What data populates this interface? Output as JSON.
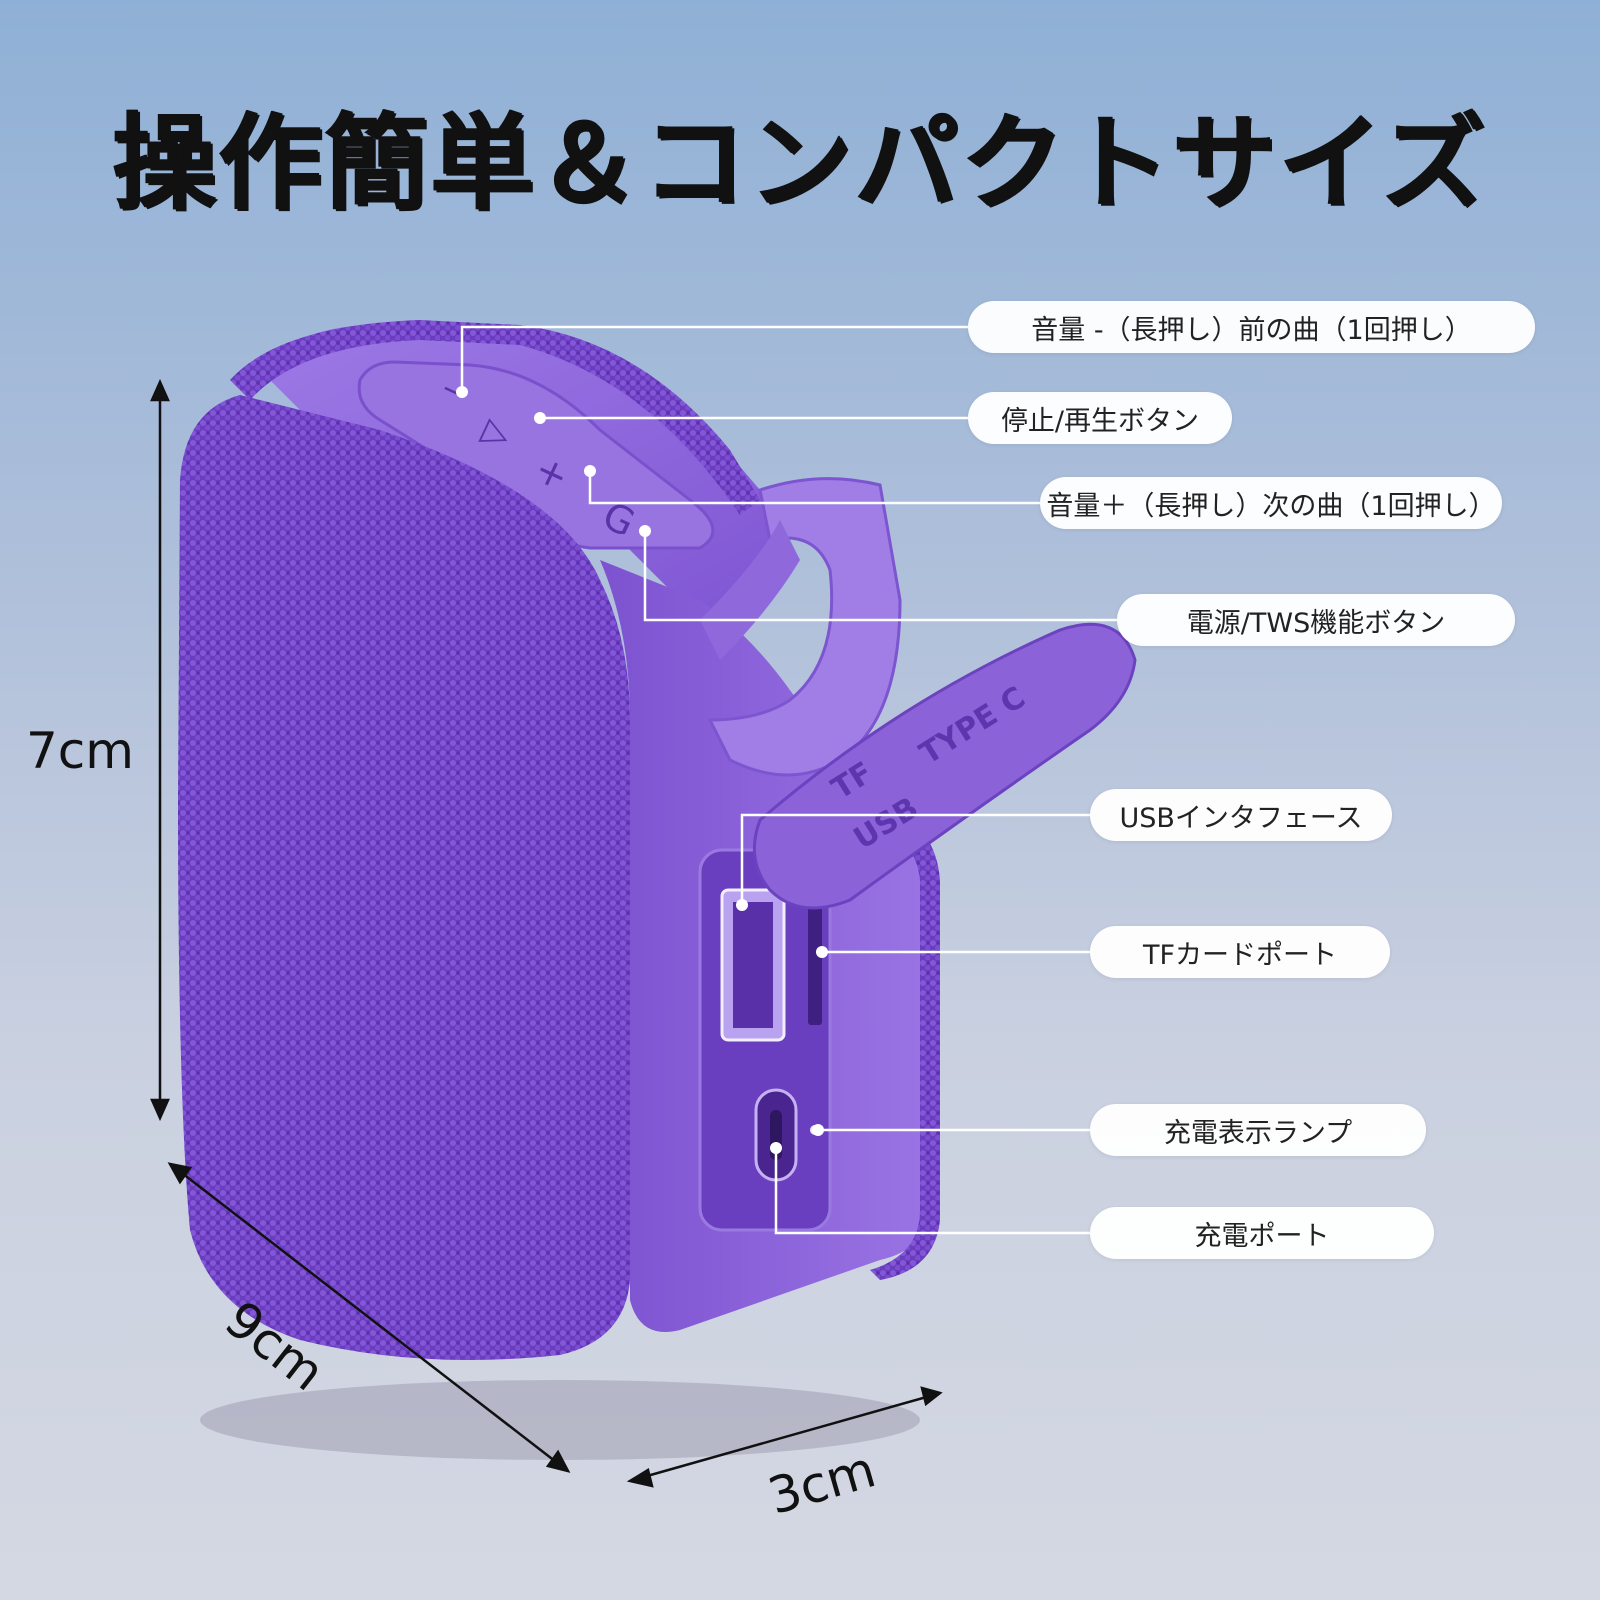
{
  "title": "操作簡単＆コンパクトサイズ",
  "dimensions": {
    "height": "7cm",
    "width": "9cm",
    "depth": "3cm"
  },
  "callouts": [
    {
      "id": "vol-down",
      "label": "音量 -（長押し）前の曲（1回押し）"
    },
    {
      "id": "play-pause",
      "label": "停止/再生ボタン"
    },
    {
      "id": "vol-up",
      "label": "音量＋（長押し）次の曲（1回押し）"
    },
    {
      "id": "power",
      "label": "電源/TWS機能ボタン"
    },
    {
      "id": "usb",
      "label": "USBインタフェース"
    },
    {
      "id": "tf",
      "label": "TFカードポート"
    },
    {
      "id": "charge-led",
      "label": "充電表示ランプ"
    },
    {
      "id": "charge-port",
      "label": "充電ポート"
    }
  ],
  "cover_text": {
    "line1": "TYPE C",
    "line2": "TF",
    "line3": "USB"
  },
  "colors": {
    "accent": "#7a4fcf",
    "body": "#8a5fdc",
    "fabric": "#6e3fc4"
  }
}
